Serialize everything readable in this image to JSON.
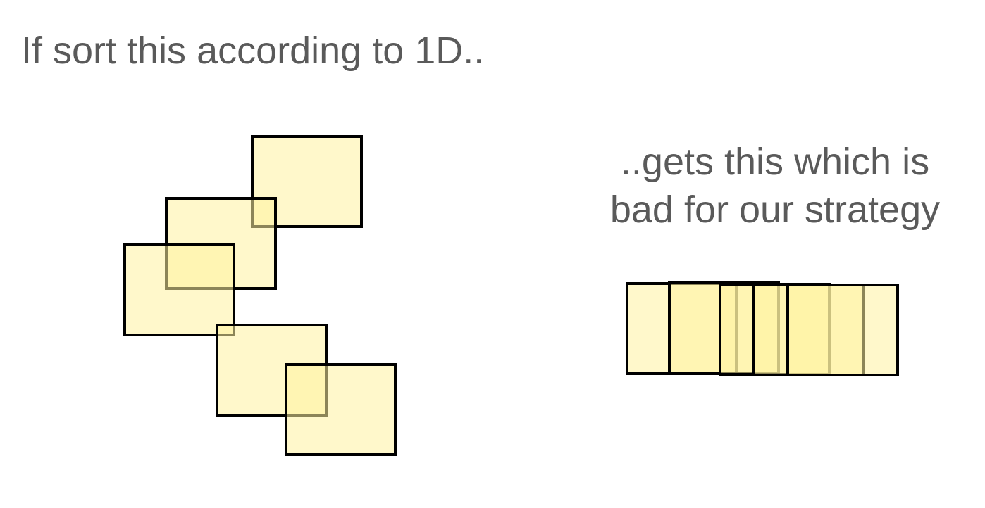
{
  "heading": "If sort this according to 1D..",
  "caption": {
    "line1": "..gets this which is",
    "line2": "bad for our strategy"
  },
  "colors": {
    "text": "#5a5a5a",
    "box_fill": "#fff3a0",
    "box_stroke": "#000000",
    "background": "#ffffff"
  }
}
